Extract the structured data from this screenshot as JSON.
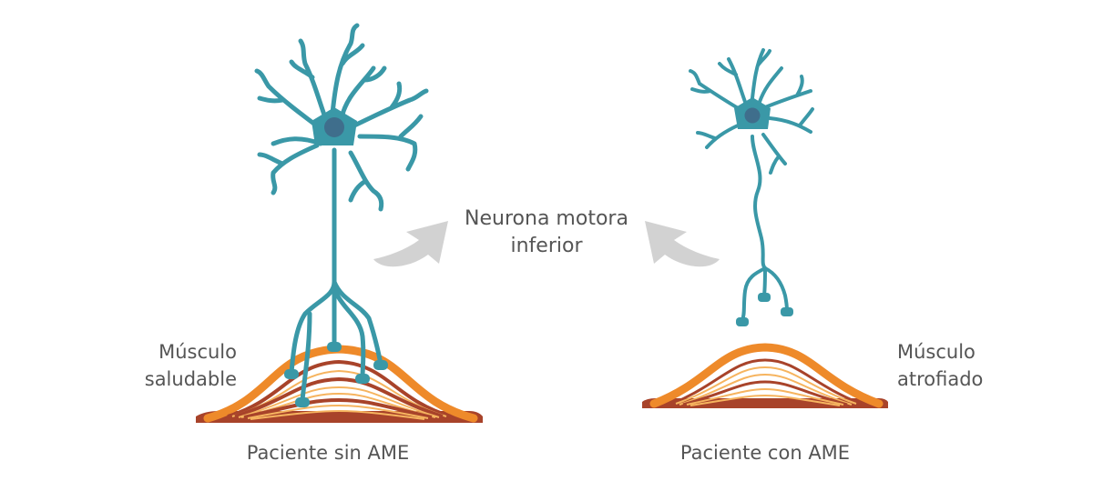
{
  "labels": {
    "center_line1": "Neurona motora",
    "center_line2": "inferior",
    "left_muscle_line1": "Músculo",
    "left_muscle_line2": "saludable",
    "right_muscle_line1": "Músculo",
    "right_muscle_line2": "atrofiado",
    "left_caption": "Paciente sin AME",
    "right_caption": "Paciente con AME"
  },
  "colors": {
    "neuron": "#3a98a7",
    "neuron_highlight": "#8cc4cd",
    "nucleus": "#3f6e8c",
    "muscle_orange": "#ee8a2a",
    "muscle_dark": "#a8432a",
    "muscle_light": "#f6b45f",
    "arrow": "#d2d2d2",
    "text": "#555555"
  }
}
